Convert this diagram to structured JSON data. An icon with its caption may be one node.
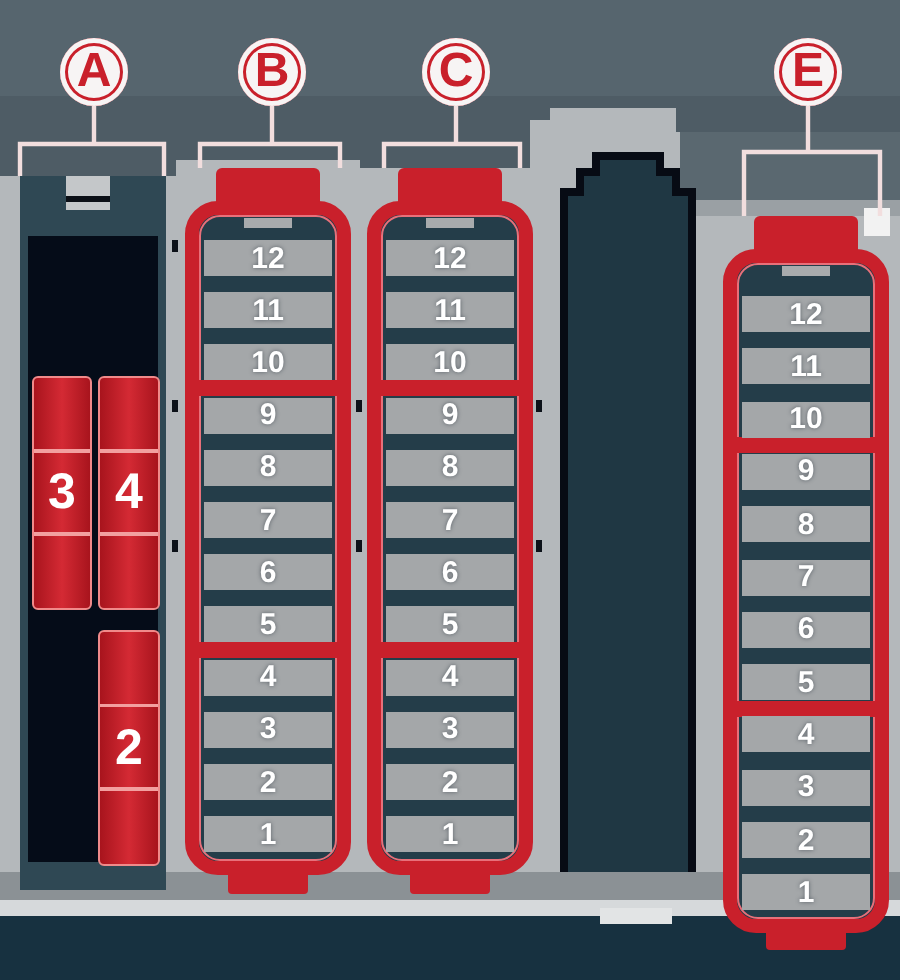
{
  "diagram": {
    "nodes": [
      {
        "text": [
          "A"
        ]
      },
      {
        "text": [
          "B"
        ]
      },
      {
        "text": [
          "C"
        ]
      },
      {
        "text": [
          "E"
        ]
      },
      {
        "text": [],
        "shape": "box"
      },
      {
        "text": [
          "3"
        ],
        "in": 4
      },
      {
        "text": [
          "4"
        ],
        "in": 4
      },
      {
        "text": [
          "2"
        ],
        "in": 4
      },
      {
        "text": [],
        "shape": "box"
      },
      {
        "text": [
          "12"
        ],
        "in": 8
      },
      {
        "text": [
          "11"
        ],
        "in": 8
      },
      {
        "text": [
          "10"
        ],
        "in": 8
      },
      {
        "text": [
          "9"
        ],
        "in": 8
      },
      {
        "text": [
          "8"
        ],
        "in": 8
      },
      {
        "text": [
          "7"
        ],
        "in": 8
      },
      {
        "text": [
          "6"
        ],
        "in": 8
      },
      {
        "text": [
          "5"
        ],
        "in": 8
      },
      {
        "text": [
          "4"
        ],
        "in": 8
      },
      {
        "text": [
          "3"
        ],
        "in": 8
      },
      {
        "text": [
          "2"
        ],
        "in": 8
      },
      {
        "text": [
          "1"
        ],
        "in": 8
      },
      {
        "text": [],
        "shape": "box"
      },
      {
        "text": [
          "12"
        ],
        "in": 21
      },
      {
        "text": [
          "11"
        ],
        "in": 21
      },
      {
        "text": [
          "10"
        ],
        "in": 21
      },
      {
        "text": [
          "9"
        ],
        "in": 21
      },
      {
        "text": [
          "8"
        ],
        "in": 21
      },
      {
        "text": [
          "7"
        ],
        "in": 21
      },
      {
        "text": [
          "6"
        ],
        "in": 21
      },
      {
        "text": [
          "5"
        ],
        "in": 21
      },
      {
        "text": [
          "4"
        ],
        "in": 21
      },
      {
        "text": [
          "3"
        ],
        "in": 21
      },
      {
        "text": [
          "2"
        ],
        "in": 21
      },
      {
        "text": [
          "1"
        ],
        "in": 21
      },
      {
        "text": [],
        "shape": "box"
      },
      {
        "text": [
          "12"
        ],
        "in": 34
      },
      {
        "text": [
          "11"
        ],
        "in": 34
      },
      {
        "text": [
          "10"
        ],
        "in": 34
      },
      {
        "text": [
          "9"
        ],
        "in": 34
      },
      {
        "text": [
          "8"
        ],
        "in": 34
      },
      {
        "text": [
          "7"
        ],
        "in": 34
      },
      {
        "text": [
          "6"
        ],
        "in": 34
      },
      {
        "text": [
          "5"
        ],
        "in": 34
      },
      {
        "text": [
          "4"
        ],
        "in": 34
      },
      {
        "text": [
          "3"
        ],
        "in": 34
      },
      {
        "text": [
          "2"
        ],
        "in": 34
      },
      {
        "text": [
          "1"
        ],
        "in": 34
      }
    ],
    "edges": [
      {
        "from": 0,
        "to": 4,
        "arrow": "none"
      },
      {
        "from": 1,
        "to": 8,
        "arrow": "none"
      },
      {
        "from": 2,
        "to": 21,
        "arrow": "none"
      },
      {
        "from": 3,
        "to": 34,
        "arrow": "none"
      }
    ]
  }
}
